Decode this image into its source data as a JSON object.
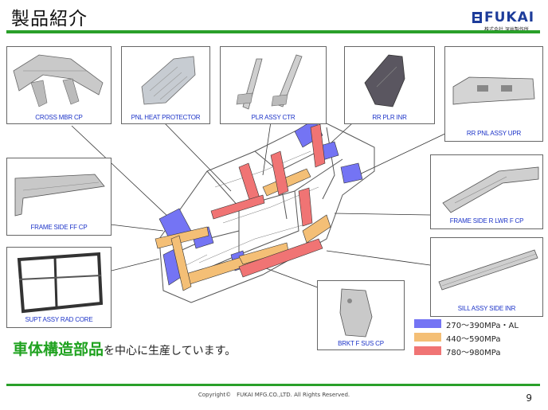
{
  "slide": {
    "title": "製品紹介",
    "page_number": "9",
    "copyright": "Copyright©　FUKAI MFG.CO.,LTD.  All Rights Reserved."
  },
  "logo": {
    "brand": "FUKAI",
    "subtitle": "株式会社 深井製作所"
  },
  "parts": [
    {
      "id": "cross-mbr-cp",
      "label": "CROSS MBR CP"
    },
    {
      "id": "pnl-heat-protector",
      "label": "PNL HEAT PROTECTOR"
    },
    {
      "id": "plr-assy-ctr",
      "label": "PLR ASSY CTR"
    },
    {
      "id": "rr-plr-inr",
      "label": "RR PLR INR"
    },
    {
      "id": "rr-pnl-assy-upr",
      "label": "RR PNL ASSY UPR"
    },
    {
      "id": "frame-side-ff-cp",
      "label": "FRAME SIDE FF CP"
    },
    {
      "id": "frame-side-r-lwr-f-cp",
      "label": "FRAME SIDE R LWR F CP"
    },
    {
      "id": "supt-assy-rad-core",
      "label": "SUPT ASSY RAD CORE"
    },
    {
      "id": "sill-assy-side-inr",
      "label": "SILL ASSY SIDE INR"
    },
    {
      "id": "brkt-f-sus-cp",
      "label": "BRKT F SUS CP"
    }
  ],
  "legend": [
    {
      "label": "270～390MPa・AL",
      "color": "#7474f4"
    },
    {
      "label": "440～590MPa",
      "color": "#f4bf76"
    },
    {
      "label": "780～980MPa",
      "color": "#f07474"
    }
  ],
  "caption": {
    "emphasis": "車体構造部品",
    "rest": "を中心に生産しています。"
  },
  "colors": {
    "accent": "#2aa02a",
    "label_blue": "#1d34c8",
    "brand": "#1d3c9a"
  }
}
